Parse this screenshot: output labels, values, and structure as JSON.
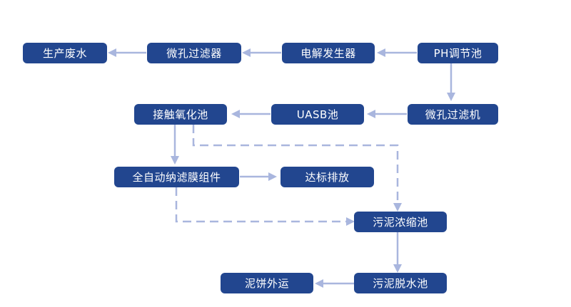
{
  "colors": {
    "node_fill": "#22468f",
    "node_text": "#ffffff",
    "connector": "#a9b6de",
    "background": "#ffffff"
  },
  "nodes": {
    "production_wastewater": "生产废水",
    "microporous_filter": "微孔过滤器",
    "electrolysis_generator": "电解发生器",
    "ph_adjust_tank": "PH调节池",
    "contact_oxidation_tank": "接触氧化池",
    "uasb_tank": "UASB池",
    "microporous_filter_machine": "微孔过滤机",
    "auto_membrane_module": "全自动纳滤膜组件",
    "compliant_discharge": "达标排放",
    "sludge_thickening_tank": "污泥浓缩池",
    "sludge_cake_disposal": "泥饼外运",
    "sludge_dewatering_tank": "污泥脱水池"
  },
  "connections": [
    {
      "from": "ph_adjust_tank",
      "to": "electrolysis_generator",
      "style": "solid"
    },
    {
      "from": "electrolysis_generator",
      "to": "microporous_filter",
      "style": "solid"
    },
    {
      "from": "microporous_filter",
      "to": "production_wastewater",
      "style": "solid"
    },
    {
      "from": "ph_adjust_tank",
      "to": "microporous_filter_machine",
      "style": "solid"
    },
    {
      "from": "microporous_filter_machine",
      "to": "uasb_tank",
      "style": "solid"
    },
    {
      "from": "uasb_tank",
      "to": "contact_oxidation_tank",
      "style": "solid"
    },
    {
      "from": "contact_oxidation_tank",
      "to": "auto_membrane_module",
      "style": "solid"
    },
    {
      "from": "auto_membrane_module",
      "to": "compliant_discharge",
      "style": "solid"
    },
    {
      "from": "contact_oxidation_tank",
      "to": "sludge_thickening_tank",
      "style": "dashed"
    },
    {
      "from": "auto_membrane_module",
      "to": "sludge_thickening_tank",
      "style": "dashed"
    },
    {
      "from": "sludge_thickening_tank",
      "to": "sludge_dewatering_tank",
      "style": "solid"
    },
    {
      "from": "sludge_dewatering_tank",
      "to": "sludge_cake_disposal",
      "style": "solid"
    }
  ]
}
